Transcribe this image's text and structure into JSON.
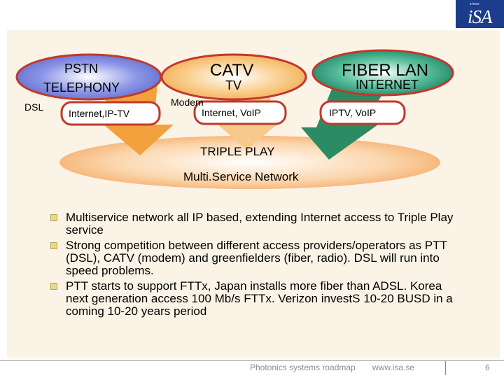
{
  "logo": {
    "small_text": "since",
    "word": "iSA"
  },
  "diagram": {
    "ovals": [
      {
        "name": "PSTN",
        "subtitle": "TELEPHONY",
        "color": "#6a79d8"
      },
      {
        "name": "CATV",
        "subtitle": "TV",
        "color": "#f6b75c"
      },
      {
        "name": "FIBER LAN",
        "subtitle": "INTERNET",
        "color": "#1e8f6c"
      }
    ],
    "labels": {
      "dsl": "DSL",
      "modem": "Modem",
      "pstn_services": "Internet,IP-TV",
      "catv_services": "Internet, VoIP",
      "fiber_services": "IPTV, VoIP"
    },
    "bottom": {
      "title": "TRIPLE PLAY",
      "subtitle": "Multi.Service Network",
      "color": "#f7ac63"
    }
  },
  "bullets": [
    "Multiservice network all IP based, extending Internet access to Triple Play service",
    "Strong competition between different access providers/operators as PTT (DSL), CATV (modem) and greenfielders (fiber, radio). DSL will run into speed problems.",
    "PTT starts to support FTTx, Japan installs more fiber than ADSL. Korea next generation access 100 Mb/s FTTx. Verizon investS 10-20 BUSD in a coming 10-20 years period"
  ],
  "footer": {
    "title": "Photonics systems roadmap",
    "url": "www.isa.se",
    "page": "6"
  }
}
